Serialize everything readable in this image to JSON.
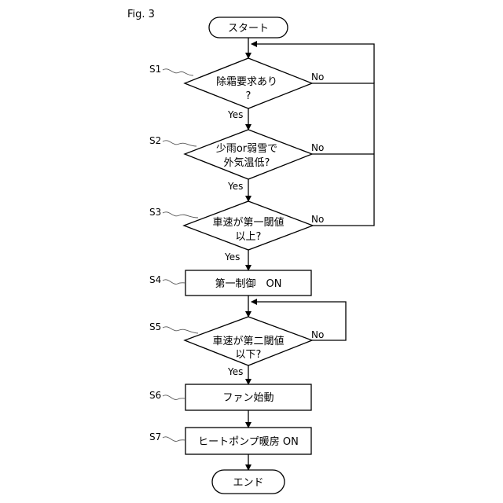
{
  "figure": {
    "label": "Fig. 3"
  },
  "nodes": {
    "start": "スタート",
    "s1": {
      "line1": "除霜要求あり",
      "line2": "?"
    },
    "s2": {
      "line1": "少雨or弱雪で",
      "line2": "外気温低?"
    },
    "s3": {
      "line1": "車速が第一閾値",
      "line2": "以上?"
    },
    "s4": "第一制御　ON",
    "s5": {
      "line1": "車速が第二閾値",
      "line2": "以下?"
    },
    "s6": "ファン始動",
    "s7": "ヒートポンプ暖房 ON",
    "end": "エンド"
  },
  "step_labels": {
    "s1": "S1",
    "s2": "S2",
    "s3": "S3",
    "s4": "S4",
    "s5": "S5",
    "s6": "S6",
    "s7": "S7"
  },
  "edge_labels": {
    "s1_yes": "Yes",
    "s1_no": "No",
    "s2_yes": "Yes",
    "s2_no": "No",
    "s3_yes": "Yes",
    "s3_no": "No",
    "s5_yes": "Yes",
    "s5_no": "No"
  }
}
